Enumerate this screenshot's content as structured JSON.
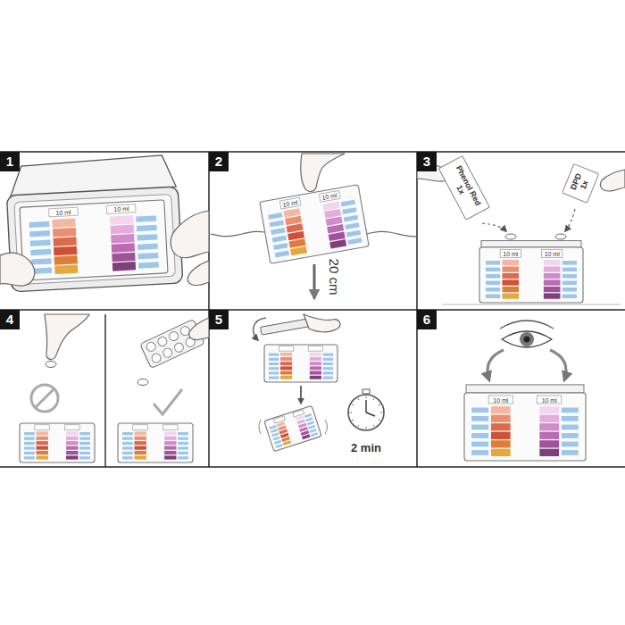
{
  "diagram": {
    "nodes": [
      {
        "text": [
          "1"
        ]
      },
      {
        "text": [
          "2"
        ]
      },
      {
        "text": [
          "3"
        ]
      },
      {
        "text": [
          "Phenol Red 1x"
        ]
      },
      {
        "text": [
          "DPD 1x"
        ]
      },
      {
        "text": [
          "4"
        ]
      },
      {
        "text": [
          "5"
        ]
      },
      {
        "text": [
          "6"
        ]
      }
    ],
    "labels": [
      "10 ml",
      "10 ml",
      "10 ml",
      "10 ml",
      "20 cm",
      "10 ml",
      "10 ml",
      "2 min",
      "10 ml",
      "10 ml"
    ]
  }
}
